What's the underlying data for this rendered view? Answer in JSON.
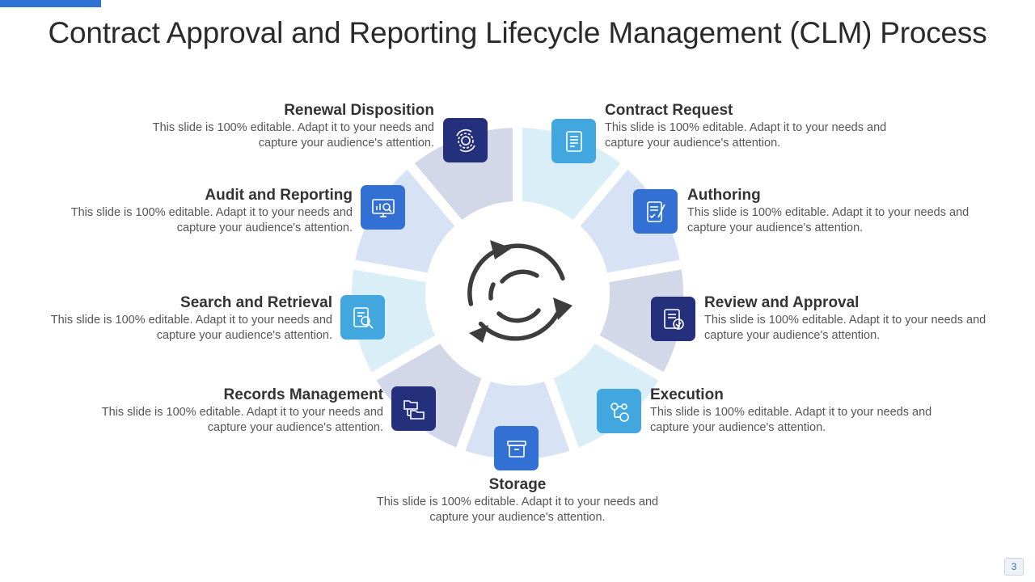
{
  "title": "Contract Approval and Reporting Lifecycle Management (CLM)  Process",
  "page_number": "3",
  "description": "This slide is 100% editable. Adapt it to your needs and capture your audience's attention.",
  "colors": {
    "accent": "#2f72d6",
    "navy": "#25307c",
    "blue": "#3370d4",
    "sky": "#42a7df",
    "segment_light_blue": "#daeef8",
    "segment_lavender": "#d3d8e8",
    "segment_periwinkle": "#d7e2f5",
    "cycle_icon": "#3d3d3d"
  },
  "center_icon": "cycle-arrows-icon",
  "steps": [
    {
      "title": "Contract Request",
      "desc_line1": "This slide is 100% editable. Adapt it to your needs and",
      "desc_line2": "capture your audience's attention.",
      "icon": "document-list-icon",
      "color": "sky"
    },
    {
      "title": "Authoring",
      "desc_line1": "This slide is 100% editable. Adapt it to your needs and",
      "desc_line2": "capture your audience's attention.",
      "icon": "document-pen-icon",
      "color": "blue"
    },
    {
      "title": "Review and Approval",
      "desc_line1": "This slide is 100% editable. Adapt it to your needs and",
      "desc_line2": "capture your audience's attention.",
      "icon": "document-check-icon",
      "color": "navy"
    },
    {
      "title": "Execution",
      "desc_line1": "This slide is 100% editable. Adapt it to your needs and",
      "desc_line2": "capture your audience's attention.",
      "icon": "gears-icon",
      "color": "sky"
    },
    {
      "title": "Storage",
      "desc_line1": "This slide is 100% editable. Adapt it to your needs and",
      "desc_line2": "capture your audience's attention.",
      "icon": "archive-box-icon",
      "color": "blue"
    },
    {
      "title": "Records Management",
      "desc_line1": "This slide is 100% editable. Adapt it to your needs and",
      "desc_line2": "capture your audience's attention.",
      "icon": "folder-network-icon",
      "color": "navy"
    },
    {
      "title": "Search and Retrieval",
      "desc_line1": "This slide is 100% editable. Adapt it to your needs and",
      "desc_line2": "capture your audience's attention.",
      "icon": "document-search-icon",
      "color": "sky"
    },
    {
      "title": "Audit and Reporting",
      "desc_line1": "This slide is 100% editable. Adapt it to your needs and",
      "desc_line2": "capture your audience's attention.",
      "icon": "monitor-chart-icon",
      "color": "blue"
    },
    {
      "title": "Renewal Disposition",
      "desc_line1": "This slide is 100% editable. Adapt it to your needs and",
      "desc_line2": "capture your audience's attention.",
      "icon": "gear-cycle-icon",
      "color": "navy"
    }
  ]
}
